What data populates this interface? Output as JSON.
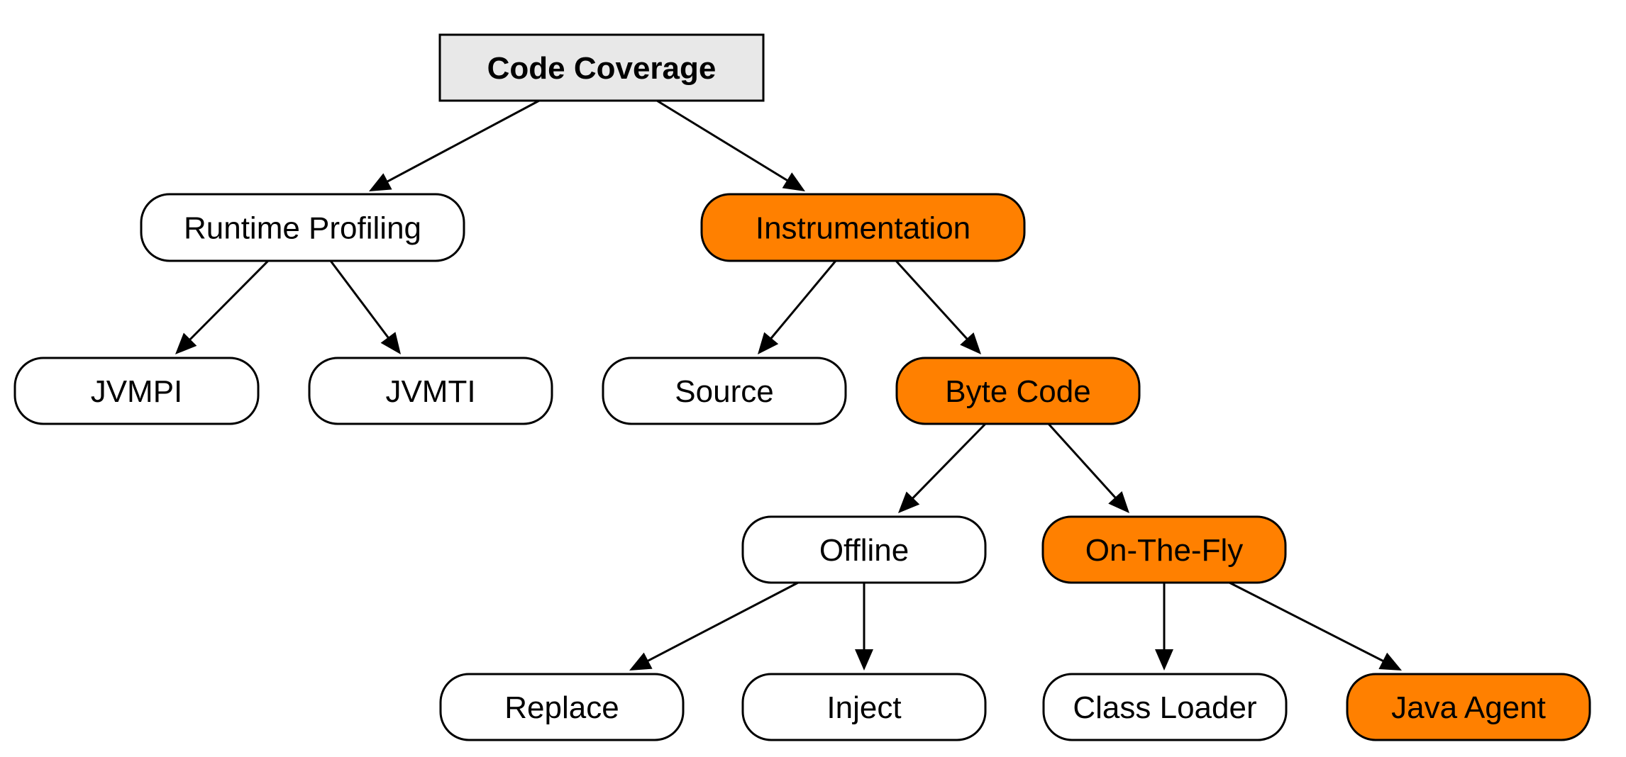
{
  "colors": {
    "highlight": "#ff8000",
    "normal": "#ffffff",
    "root": "#e8e8e8",
    "stroke": "#000000"
  },
  "nodes": {
    "code_coverage": {
      "label": "Code Coverage",
      "style": "root"
    },
    "runtime_profiling": {
      "label": "Runtime Profiling",
      "style": "normal"
    },
    "instrumentation": {
      "label": "Instrumentation",
      "style": "highlight"
    },
    "jvmpi": {
      "label": "JVMPI",
      "style": "normal"
    },
    "jvmti": {
      "label": "JVMTI",
      "style": "normal"
    },
    "source": {
      "label": "Source",
      "style": "normal"
    },
    "byte_code": {
      "label": "Byte Code",
      "style": "highlight"
    },
    "offline": {
      "label": "Offline",
      "style": "normal"
    },
    "on_the_fly": {
      "label": "On-The-Fly",
      "style": "highlight"
    },
    "replace": {
      "label": "Replace",
      "style": "normal"
    },
    "inject": {
      "label": "Inject",
      "style": "normal"
    },
    "class_loader": {
      "label": "Class Loader",
      "style": "normal"
    },
    "java_agent": {
      "label": "Java Agent",
      "style": "highlight"
    }
  },
  "edges": [
    [
      "code_coverage",
      "runtime_profiling"
    ],
    [
      "code_coverage",
      "instrumentation"
    ],
    [
      "runtime_profiling",
      "jvmpi"
    ],
    [
      "runtime_profiling",
      "jvmti"
    ],
    [
      "instrumentation",
      "source"
    ],
    [
      "instrumentation",
      "byte_code"
    ],
    [
      "byte_code",
      "offline"
    ],
    [
      "byte_code",
      "on_the_fly"
    ],
    [
      "offline",
      "replace"
    ],
    [
      "offline",
      "inject"
    ],
    [
      "on_the_fly",
      "class_loader"
    ],
    [
      "on_the_fly",
      "java_agent"
    ]
  ]
}
